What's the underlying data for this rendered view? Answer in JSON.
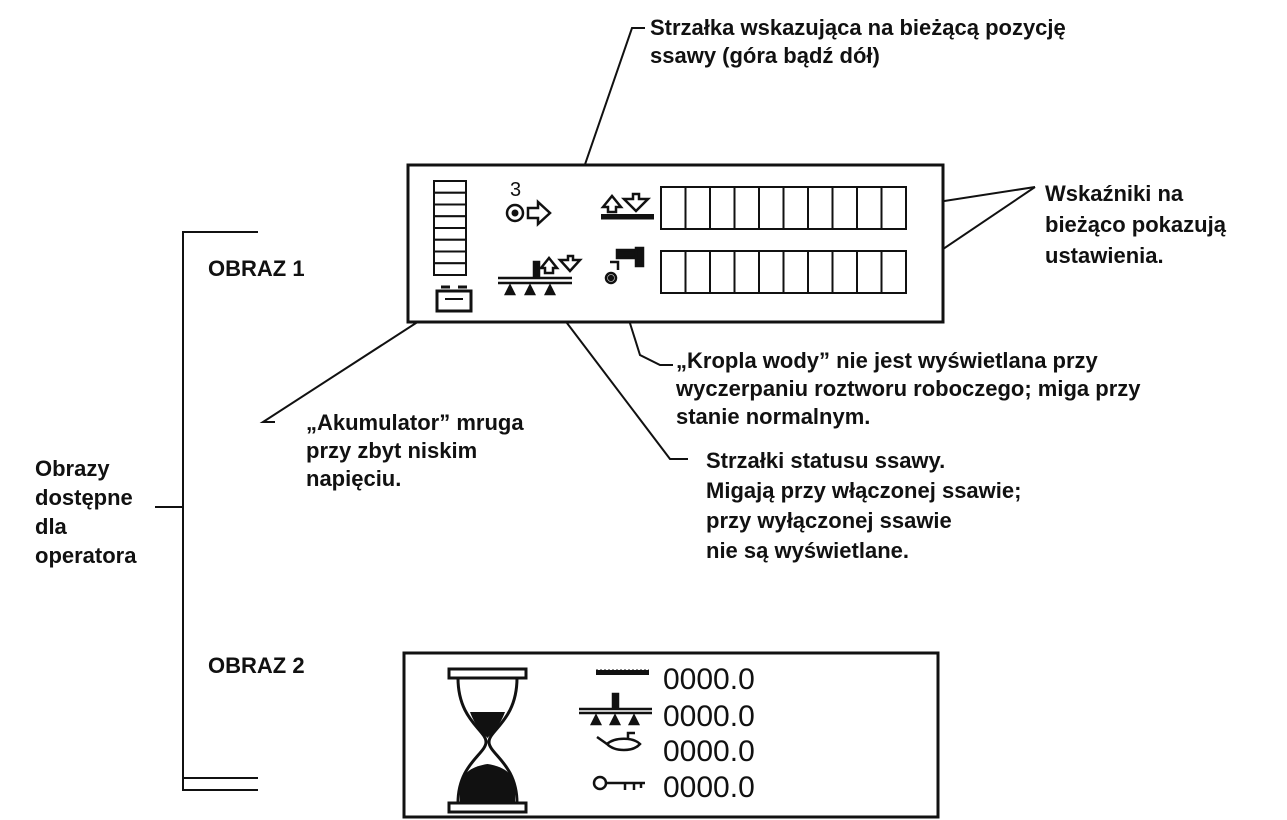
{
  "labels": {
    "arrow_position": [
      "Strzałka wskazująca na bieżącą pozycję",
      "ssawy (góra bądź dół)"
    ],
    "indicators": [
      "Wskaźniki na",
      "bieżąco pokazują",
      "ustawienia."
    ],
    "screen1_title": "OBRAZ 1",
    "screen2_title": "OBRAZ 2",
    "water_drop": [
      "„Kropla wody” nie jest wyświetlana przy",
      "wyczerpaniu roztworu roboczego; miga przy",
      "stanie normalnym."
    ],
    "battery": [
      "„Akumulator” mruga",
      "przy zbyt niskim",
      "napięciu."
    ],
    "suction_status": [
      "Strzałki statusu ssawy.",
      "Migają przy włączonej ssawie;",
      "przy wyłączonej ssawie",
      "nie są wyświetlane."
    ],
    "operator_screens": [
      "Obrazy",
      "dostępne",
      "dla",
      "operatora"
    ]
  },
  "screen1": {
    "gear_number": "3",
    "bar_segments": 8,
    "segments_per_row": 10
  },
  "screen2": {
    "readings": [
      "0000.0",
      "0000.0",
      "0000.0",
      "0000.0"
    ],
    "icons": [
      "boom-icon",
      "sprayer-icon",
      "oil-can-icon",
      "key-icon"
    ]
  },
  "icons": {
    "screen1": [
      "bar-level-icon",
      "gear-icon",
      "arrow-right-icon",
      "up-down-arrows-icon",
      "sprayer-boom-icon",
      "water-drop-icon",
      "battery-icon"
    ],
    "screen2": [
      "hourglass-icon"
    ]
  }
}
